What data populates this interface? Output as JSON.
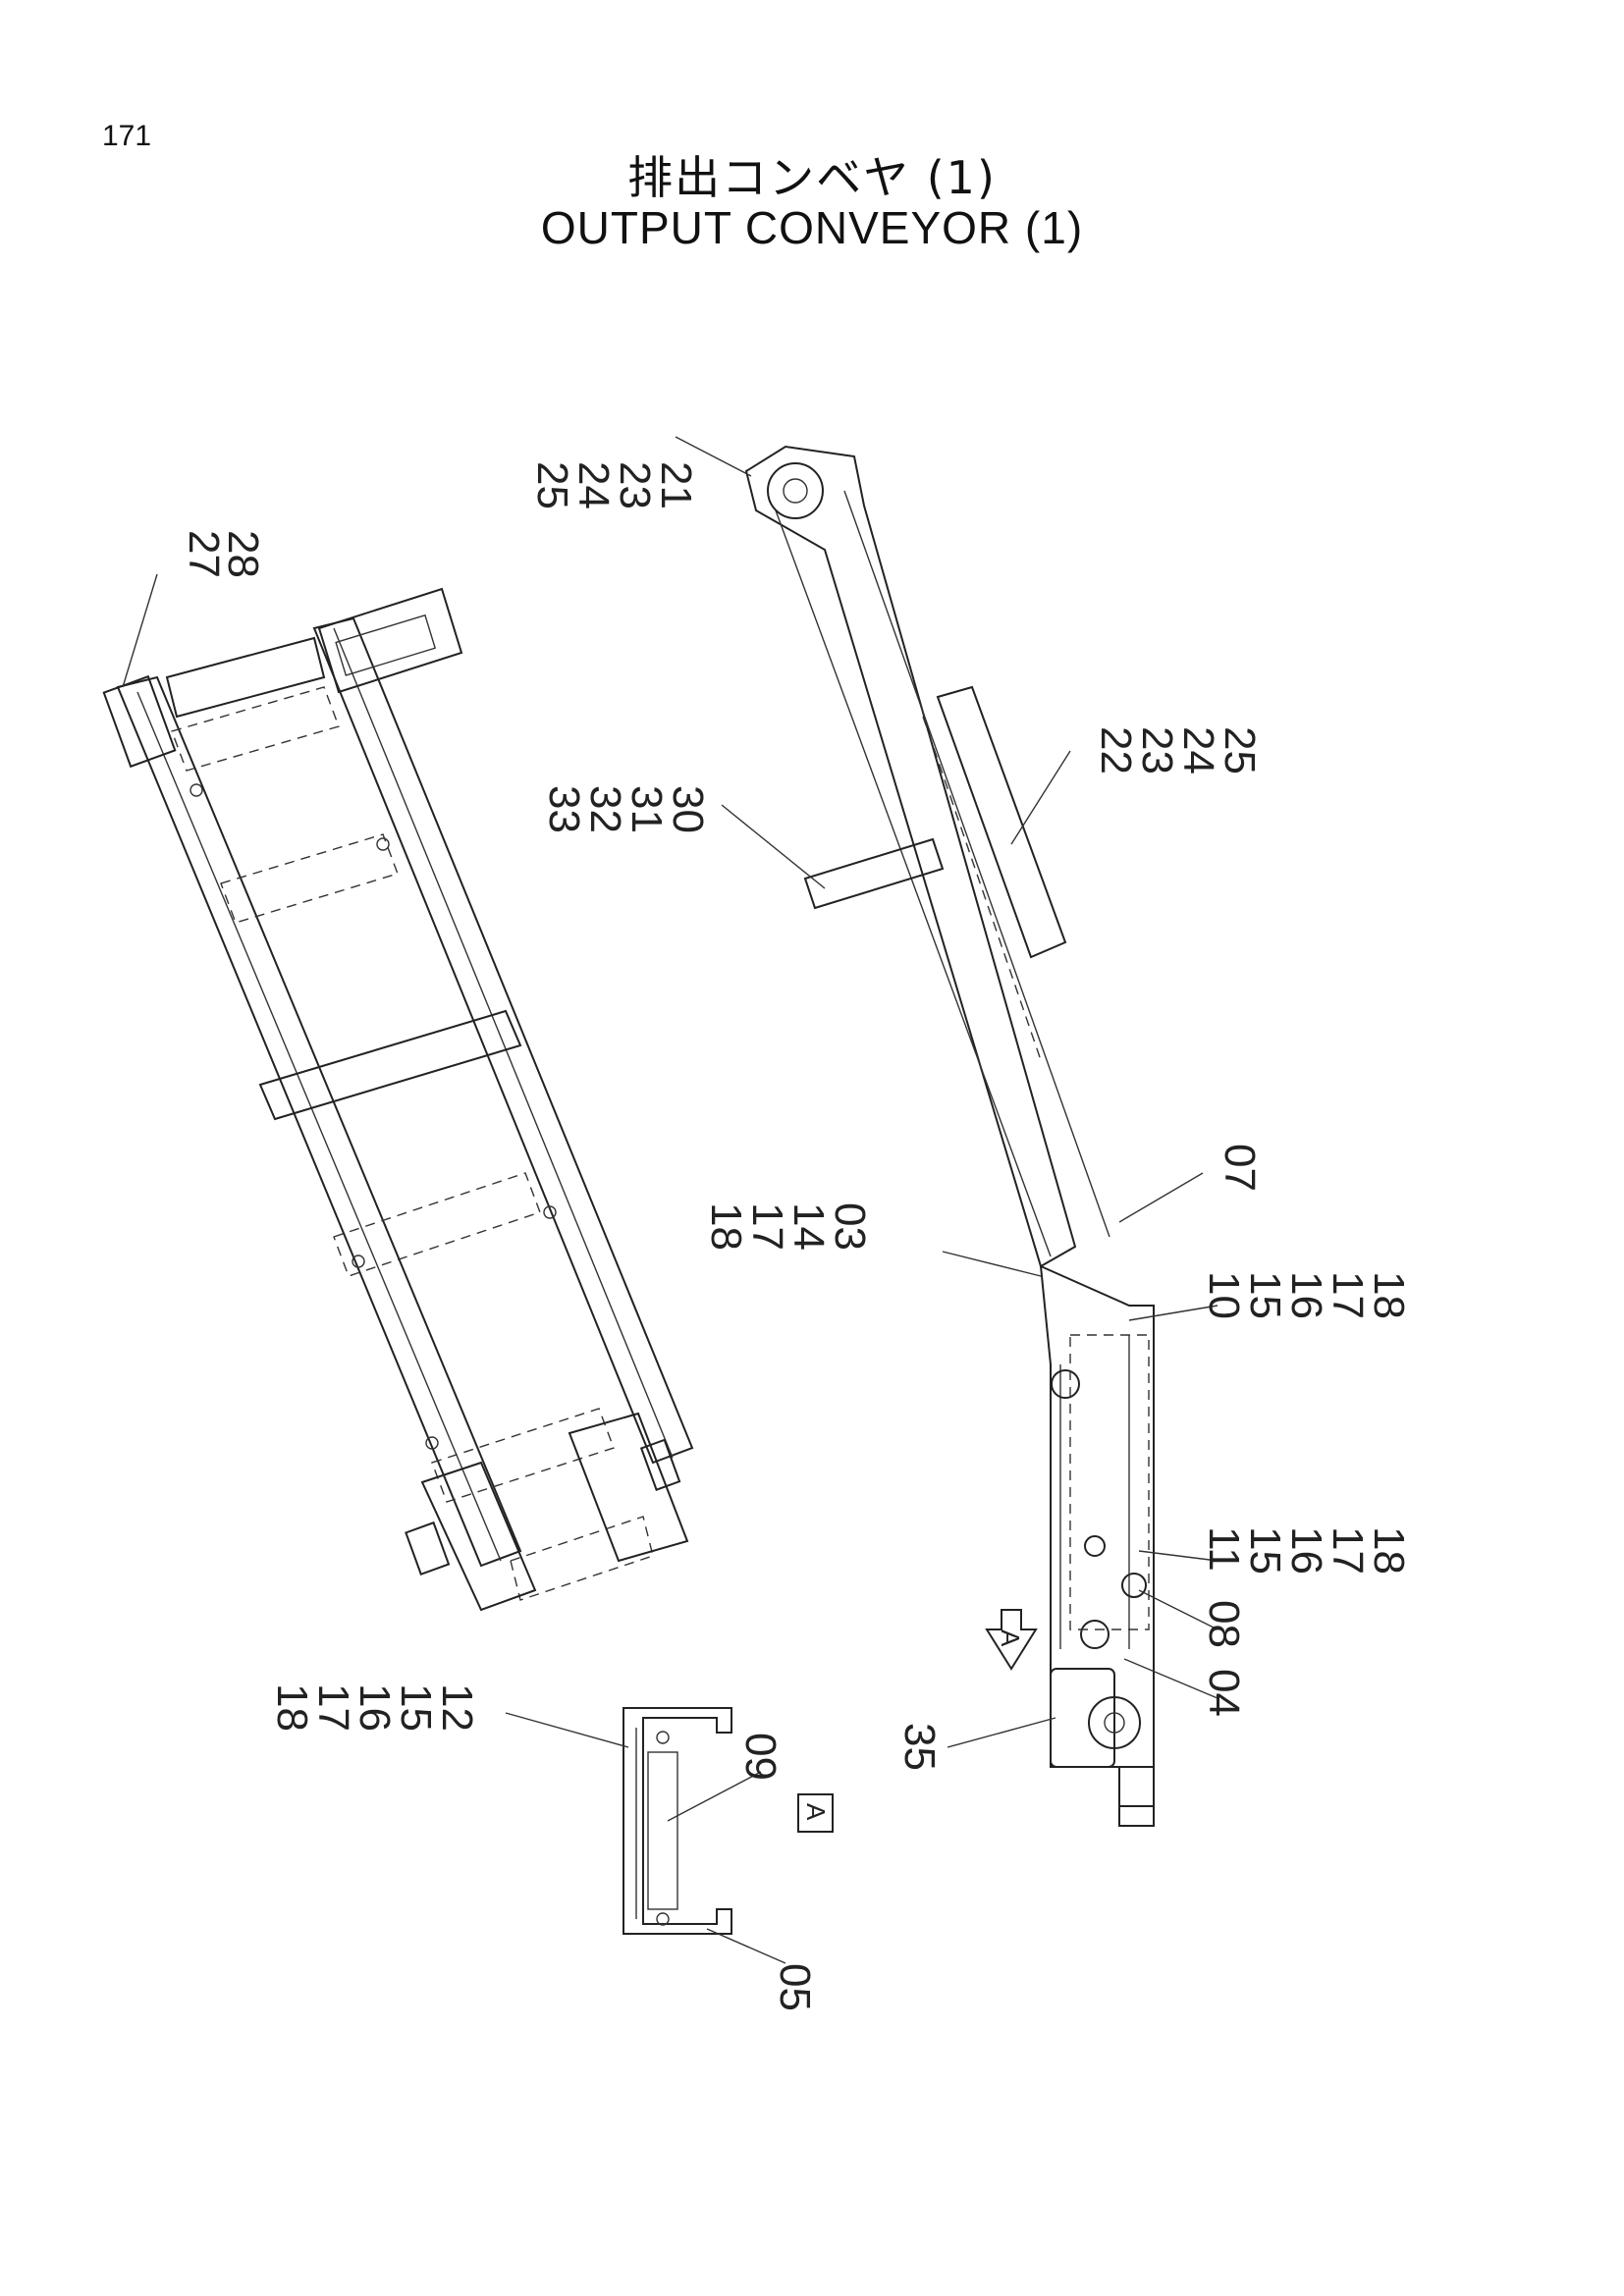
{
  "page": {
    "number": "171",
    "title_jp": "排出コンベヤ (1)",
    "title_en": "OUTPUT CONVEYOR (1)"
  },
  "labels": {
    "top_end_group": [
      "25",
      "24",
      "23",
      "21"
    ],
    "left_end_group": [
      "27",
      "28"
    ],
    "cover_group": [
      "22",
      "23",
      "24",
      "25"
    ],
    "bracket_group": [
      "33",
      "32",
      "31",
      "30"
    ],
    "bend_right": [
      "07"
    ],
    "bend_left_group": [
      "18",
      "17",
      "14",
      "03"
    ],
    "bend_lower_group": [
      "10",
      "15",
      "16",
      "17",
      "18"
    ],
    "mid_right_group": [
      "11",
      "15",
      "16",
      "17",
      "18"
    ],
    "item_08": [
      "08"
    ],
    "item_04": [
      "04"
    ],
    "item_35": [
      "35"
    ],
    "section_group": [
      "18",
      "17",
      "16",
      "15",
      "12"
    ],
    "item_09": [
      "09"
    ],
    "item_05": [
      "05"
    ]
  },
  "view_marker": "A",
  "section_marker": "A"
}
